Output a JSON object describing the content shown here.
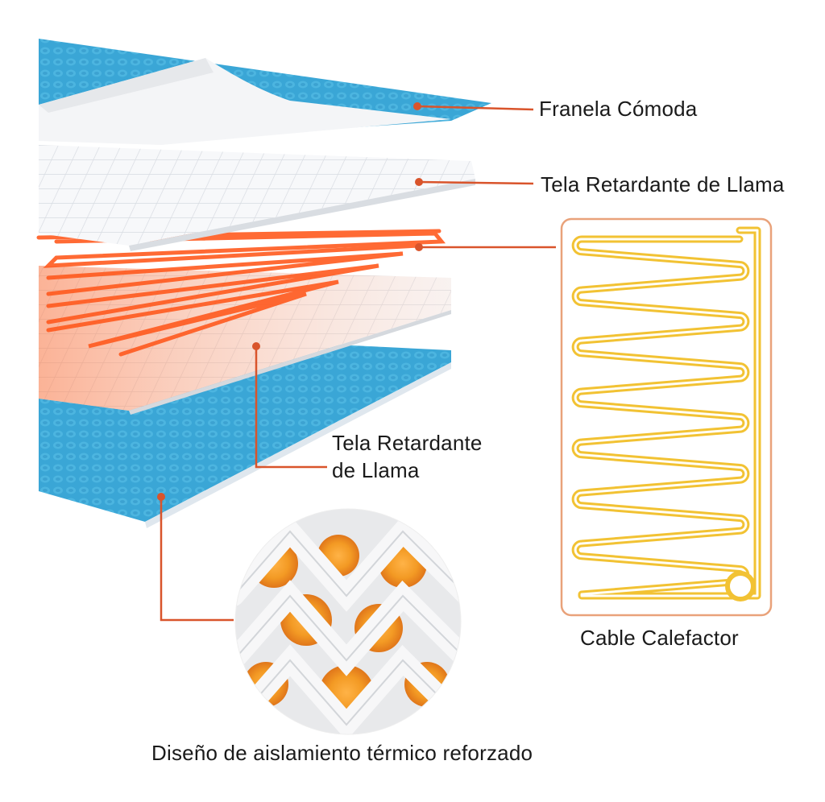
{
  "labels": {
    "franela": "Franela Cómoda",
    "tela_top": "Tela Retardante de Llama",
    "tela_bottom": "Tela Retardante\nde Llama",
    "cable": "Cable Calefactor",
    "diseno": "Diseño de aislamiento térmico reforzado"
  },
  "colors": {
    "flannel": "#3aa6d6",
    "flannel_dark": "#2487b8",
    "fabric": "#f2f4f7",
    "heater": "#ff5a1f",
    "leader": "#d9542b",
    "cable_panel_border": "#e9a27a",
    "cable_gold": "#f2c233"
  }
}
